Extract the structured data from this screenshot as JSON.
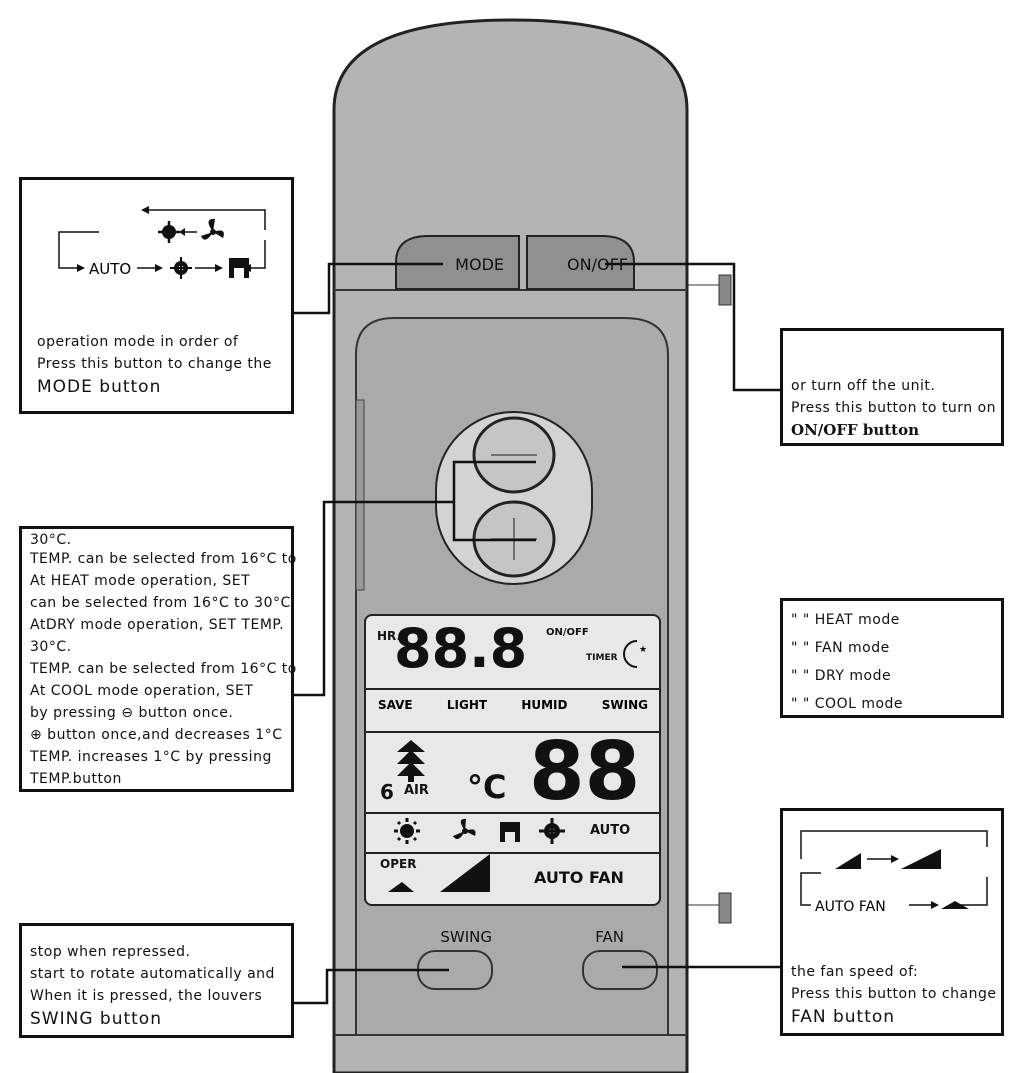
{
  "remote": {
    "mode_label": "MODE",
    "onoff_label": "ON/OFF",
    "swing_label": "SWING",
    "fan_label": "FAN",
    "lcd": {
      "timer_onoff": "ON/OFF",
      "timer": "TIMER",
      "timer_digits": "88.8",
      "hr": "HR.",
      "status_row": [
        "SWING",
        "HUMID",
        "LIGHT",
        "SAVE"
      ],
      "temp_digits": "88",
      "temp_unit": "°C",
      "air": "AIR",
      "air_num": "6",
      "mode_auto": "AUTO",
      "auto_fan": "AUTO FAN",
      "oper": "OPER"
    }
  },
  "callouts": {
    "mode": {
      "title": "MODE button",
      "lines": [
        "Press this button to change the",
        "operation mode in order of"
      ],
      "cycle_auto": "AUTO"
    },
    "onoff": {
      "title": "ON/OFF button",
      "lines": [
        "Press this button to turn on",
        "or turn off the unit."
      ]
    },
    "temp": {
      "title": "TEMP.button",
      "lines": [
        "TEMP. increases 1°C by pressing",
        "⊕ button once,and decreases 1°C",
        "by pressing ⊖ button once.",
        "At COOL mode operation, SET",
        "TEMP. can be selected from 16°C to",
        "30°C.",
        "AtDRY mode operation, SET TEMP.",
        "can be selected from 16°C to 30°C.",
        "At HEAT mode operation, SET",
        "TEMP. can be selected from 16°C to",
        "30°C."
      ]
    },
    "legend": {
      "items": [
        "\" \" COOL mode",
        "\" \" DRY mode",
        "\" \" FAN mode",
        "\" \" HEAT mode"
      ]
    },
    "swing": {
      "title": "SWING button",
      "lines": [
        "When it is pressed, the louvers",
        "start to rotate automatically and",
        "stop when repressed."
      ]
    },
    "fan": {
      "title": "FAN button",
      "lines": [
        "Press this button to change",
        "the fan speed of:"
      ],
      "cycle": "AUTO FAN"
    }
  }
}
